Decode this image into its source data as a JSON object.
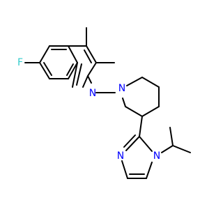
{
  "atoms": {
    "fluorine": {
      "label": "F",
      "color": "#33cccc"
    },
    "quinoline_n": {
      "label": "N",
      "color": "#0000ff"
    },
    "piperidine_n": {
      "label": "N",
      "color": "#0000ff"
    },
    "imidazole_n3": {
      "label": "N",
      "color": "#0000ff"
    },
    "imidazole_n1": {
      "label": "N",
      "color": "#0000ff"
    }
  }
}
